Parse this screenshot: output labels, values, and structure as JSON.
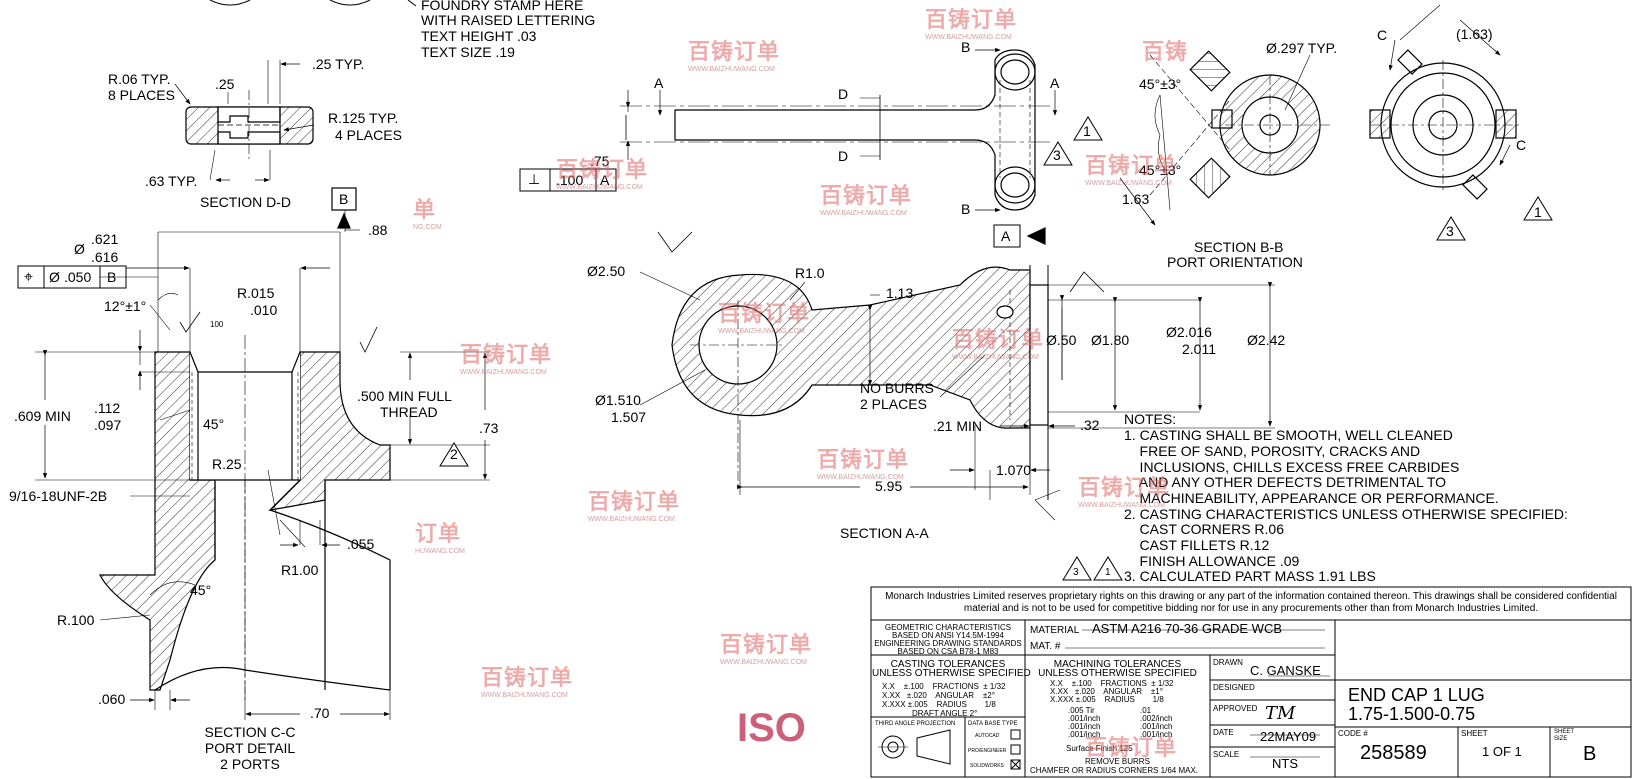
{
  "foundry_note": [
    "FOUNDRY STAMP HERE",
    "WITH RAISED LETTERING",
    "TEXT HEIGHT .03",
    "TEXT SIZE .19"
  ],
  "section_dd": {
    "title": "SECTION D-D",
    "r06": [
      "R.06 TYP.",
      "8 PLACES"
    ],
    "d25": ".25",
    "d25typ": ".25 TYP.",
    "r125": [
      "R.125 TYP.",
      "4 PLACES"
    ],
    "d63typ": ".63 TYP."
  },
  "section_cc": {
    "title": [
      "SECTION C-C",
      "PORT DETAIL",
      "2 PORTS"
    ],
    "datum_b": "B",
    "dim_88": ".88",
    "dia_621": ".621",
    "dia_616": ".616",
    "fcf_symbol": "⌖",
    "fcf_dia": "Ø",
    "fcf_value": ".050",
    "fcf_datum": "B",
    "angle_12": "12°±1°",
    "r015": "R.015",
    "r010": ".010",
    "surf_100": "100",
    "min_609": ".609 MIN",
    "d112": ".112",
    "d097": ".097",
    "angle_45a": "45°",
    "thread_500": ".500  MIN FULL",
    "thread_label": "THREAD",
    "dim_73": ".73",
    "note_tri_2": "2",
    "r25": "R.25",
    "unf": "9/16-18UNF-2B",
    "d055": ".055",
    "r100_big": "R1.00",
    "angle_45b": "45°",
    "r_100": "R.100",
    "d060": ".060",
    "d70": ".70"
  },
  "section_aa": {
    "title": "SECTION A-A",
    "cut_a": "A",
    "cut_d": "D",
    "cut_b": "B",
    "fcf_perp": "⊥",
    "fcf_value": ".100",
    "fcf_datum": "A",
    "dim_75": ".75",
    "datum_a": "A",
    "tri_1": "1",
    "tri_3": "3",
    "dia_250": "Ø2.50",
    "r10": "R1.0",
    "dim_113": "1.13",
    "dia_1510": "Ø1.510",
    "dia_1507": "1.507",
    "no_burrs": [
      "NO BURRS",
      "2 PLACES"
    ],
    "min_21": ".21 MIN",
    "dim_32": ".32",
    "dim_1070": "1.070",
    "dim_595": "5.95",
    "dia_50": "Ø.50",
    "dia_180": "Ø1.80",
    "dia_2016": "Ø2.016",
    "dia_2011": "2.011",
    "dia_242": "Ø2.42"
  },
  "section_bb": {
    "title": [
      "SECTION B-B",
      "PORT ORIENTATION"
    ],
    "dia_297": "Ø.297 TYP.",
    "angle_45a": "45°±3°",
    "angle_45b": "45°±3°",
    "dim_163a": "1.63",
    "dim_163b": "(1.63)",
    "cut_c": "C",
    "tri_3": "3",
    "tri_1": "1"
  },
  "notes": {
    "heading": "NOTES:",
    "lines": [
      "1. CASTING SHALL BE SMOOTH, WELL CLEANED",
      "    FREE OF SAND, POROSITY, CRACKS AND",
      "    INCLUSIONS, CHILLS EXCESS FREE CARBIDES",
      "    AND ANY OTHER DEFECTS DETRIMENTAL TO",
      "    MACHINEABILITY, APPEARANCE OR PERFORMANCE.",
      "2. CASTING CHARACTERISTICS UNLESS OTHERWISE SPECIFIED:",
      "    CAST CORNERS R.06",
      "    CAST FILLETS R.12",
      "    FINISH ALLOWANCE .09",
      "3. CALCULATED PART MASS 1.91 LBS"
    ],
    "tri_3": "3",
    "tri_1": "1"
  },
  "title_block": {
    "proprietary": "Monarch Industries Limited reserves proprietary rights on this drawing or any part of the information contained thereon. This drawings shall be considered confidential material and is not to be used for competitive bidding nor for use in any procurements other than from Monarch Industries Limited.",
    "geo_char": [
      "GEOMETRIC CHARACTERISTICS",
      "BASED ON ANSI Y14.5M-1994",
      "ENGINEERING DRAWING STANDARDS",
      "BASED ON CSA B78-1 M83"
    ],
    "material_label": "MATERIAL",
    "material_value": "ASTM A216 70-36 GRADE WCB",
    "mat_num_label": "MAT. #",
    "casting_tol": [
      "CASTING TOLERANCES",
      "UNLESS OTHERWISE SPECIFIED"
    ],
    "casting_rows": [
      "X.X    ±.100    FRACTIONS  ± 1/32",
      "X.XX   ±.020    ANGULAR    ±2°",
      "X.XXX ±.005    RADIUS        1/8",
      "DRAFT ANGLE 2°"
    ],
    "machining_tol": [
      "MACHINING TOLERANCES",
      "UNLESS OTHERWISE SPECIFIED"
    ],
    "machining_rows": [
      "X.X    ±.100    FRACTIONS  ± 1/32",
      "X.XX   ±.020    ANGULAR    ±1°",
      "X.XXX ±.005    RADIUS        1/8"
    ],
    "gdt_rows": [
      ".005 Tir",
      ".001/inch",
      ".001/inch",
      ".001/inch"
    ],
    "gdt_rows_right": [
      ".01",
      ".002/inch",
      ".001/inch",
      ".001/inch"
    ],
    "surface_finish": "Surface Finish 125",
    "remove_burrs": "REMOVE BURRS",
    "chamfer": "CHAMFER OR RADIUS CORNERS 1/64 MAX.",
    "third_angle": "THIRD ANGLE PROJECTION",
    "database_type": "DATA BASE TYPE",
    "db_options": [
      "AUTOCAD",
      "PRO/ENGINEER",
      "SOLIDWORKS"
    ],
    "drawn_label": "DRAWN",
    "drawn_value": "C. GANSKE",
    "designed_label": "DESIGNED",
    "approved_label": "APPROVED",
    "approved_value": "TM",
    "date_label": "DATE",
    "date_value": "22MAY09",
    "scale_label": "SCALE",
    "scale_value": "NTS",
    "part_title": [
      "END CAP 1 LUG",
      "1.75-1.500-0.75"
    ],
    "code_label": "CODE #",
    "code_value": "258589",
    "sheet_label": "SHEET",
    "sheet_value": "1 OF 1",
    "size_label": [
      "SHEET",
      "SIZE"
    ],
    "size_value": "B"
  },
  "watermarks": {
    "brand": "百铸订单",
    "url": "WWW.BAIZHUWANG.COM",
    "brand_partial": "订单",
    "url_partial": "HUWANG.COM",
    "brand_partial2": "单",
    "url_partial2": "NG.COM",
    "brand_partial3": "百铸",
    "iso": "ISO"
  }
}
